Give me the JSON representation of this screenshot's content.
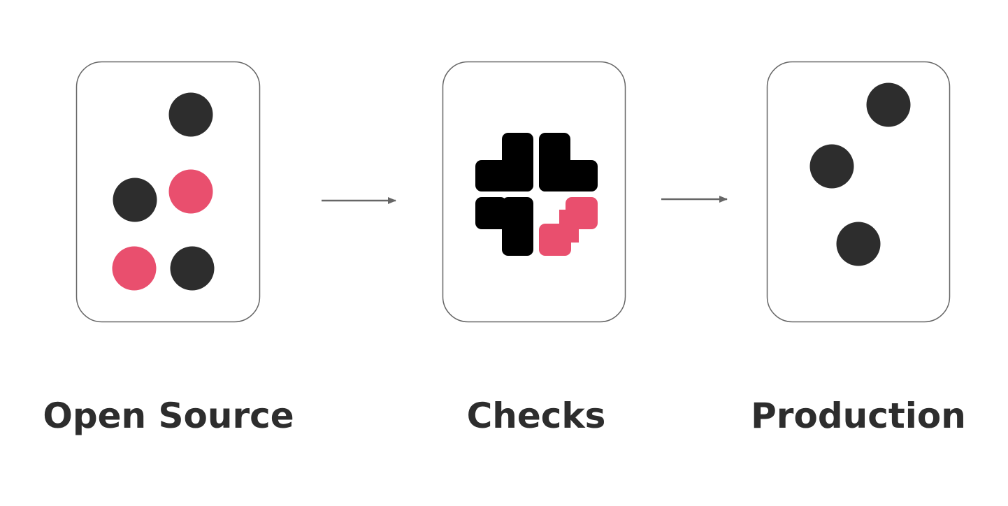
{
  "diagram": {
    "stages": [
      {
        "name": "open-source",
        "label": "Open Source"
      },
      {
        "name": "checks",
        "label": "Checks"
      },
      {
        "name": "production",
        "label": "Production"
      }
    ]
  },
  "colors": {
    "dark": "#2d2d2d",
    "black": "#000000",
    "accent": "#e94f6e",
    "card_border": "#666666",
    "arrow": "#666666",
    "background": "#ffffff"
  },
  "icons": {
    "checks_logo": "checks-logo-icon",
    "arrow": "arrow-right-icon"
  }
}
